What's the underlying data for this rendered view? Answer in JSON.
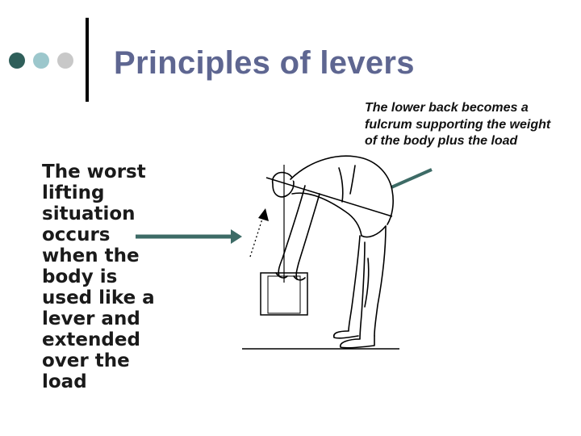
{
  "slide": {
    "title": "Principles of levers",
    "body_text": "The worst lifting situation occurs when the body is used like a lever and extended over the load",
    "callout": "The lower back becomes a fulcrum supporting the weight of the body plus the load"
  },
  "colors": {
    "title": "#5e6691",
    "arrow": "#3d6b66",
    "dot_1": "#2f5f5a",
    "dot_2": "#9cc7cc",
    "dot_3": "#c8c8c8"
  },
  "icons": {
    "bullet_dots": "three-circle-dots",
    "illustration": "worker-bent-over-lifting-box"
  }
}
